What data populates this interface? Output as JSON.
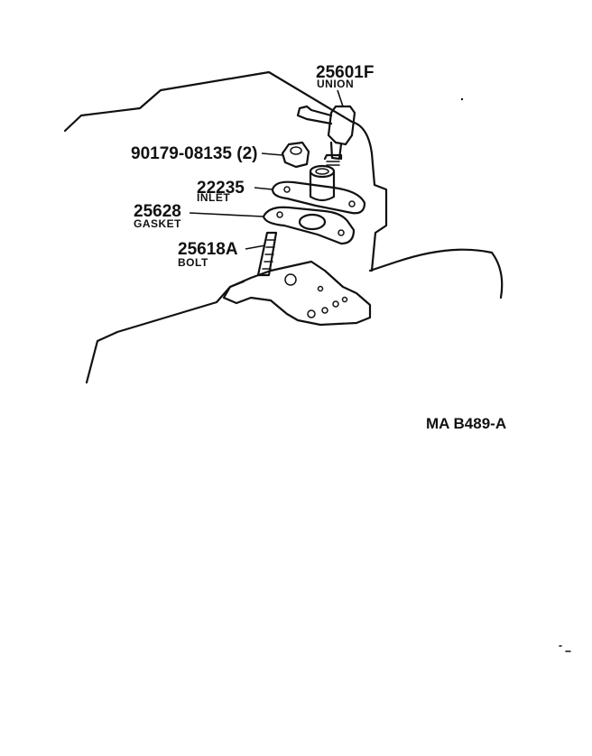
{
  "callouts": {
    "union": {
      "number": "25601F",
      "name": "UNION"
    },
    "bolt_nut": {
      "number": "90179-08135 (2)"
    },
    "inlet": {
      "number": "22235",
      "name": "INLET"
    },
    "gasket": {
      "number": "25628",
      "name": "GASKET"
    },
    "stud_bolt": {
      "number": "25618A",
      "name": "BOLT"
    }
  },
  "reference_code": "MA B489-A"
}
